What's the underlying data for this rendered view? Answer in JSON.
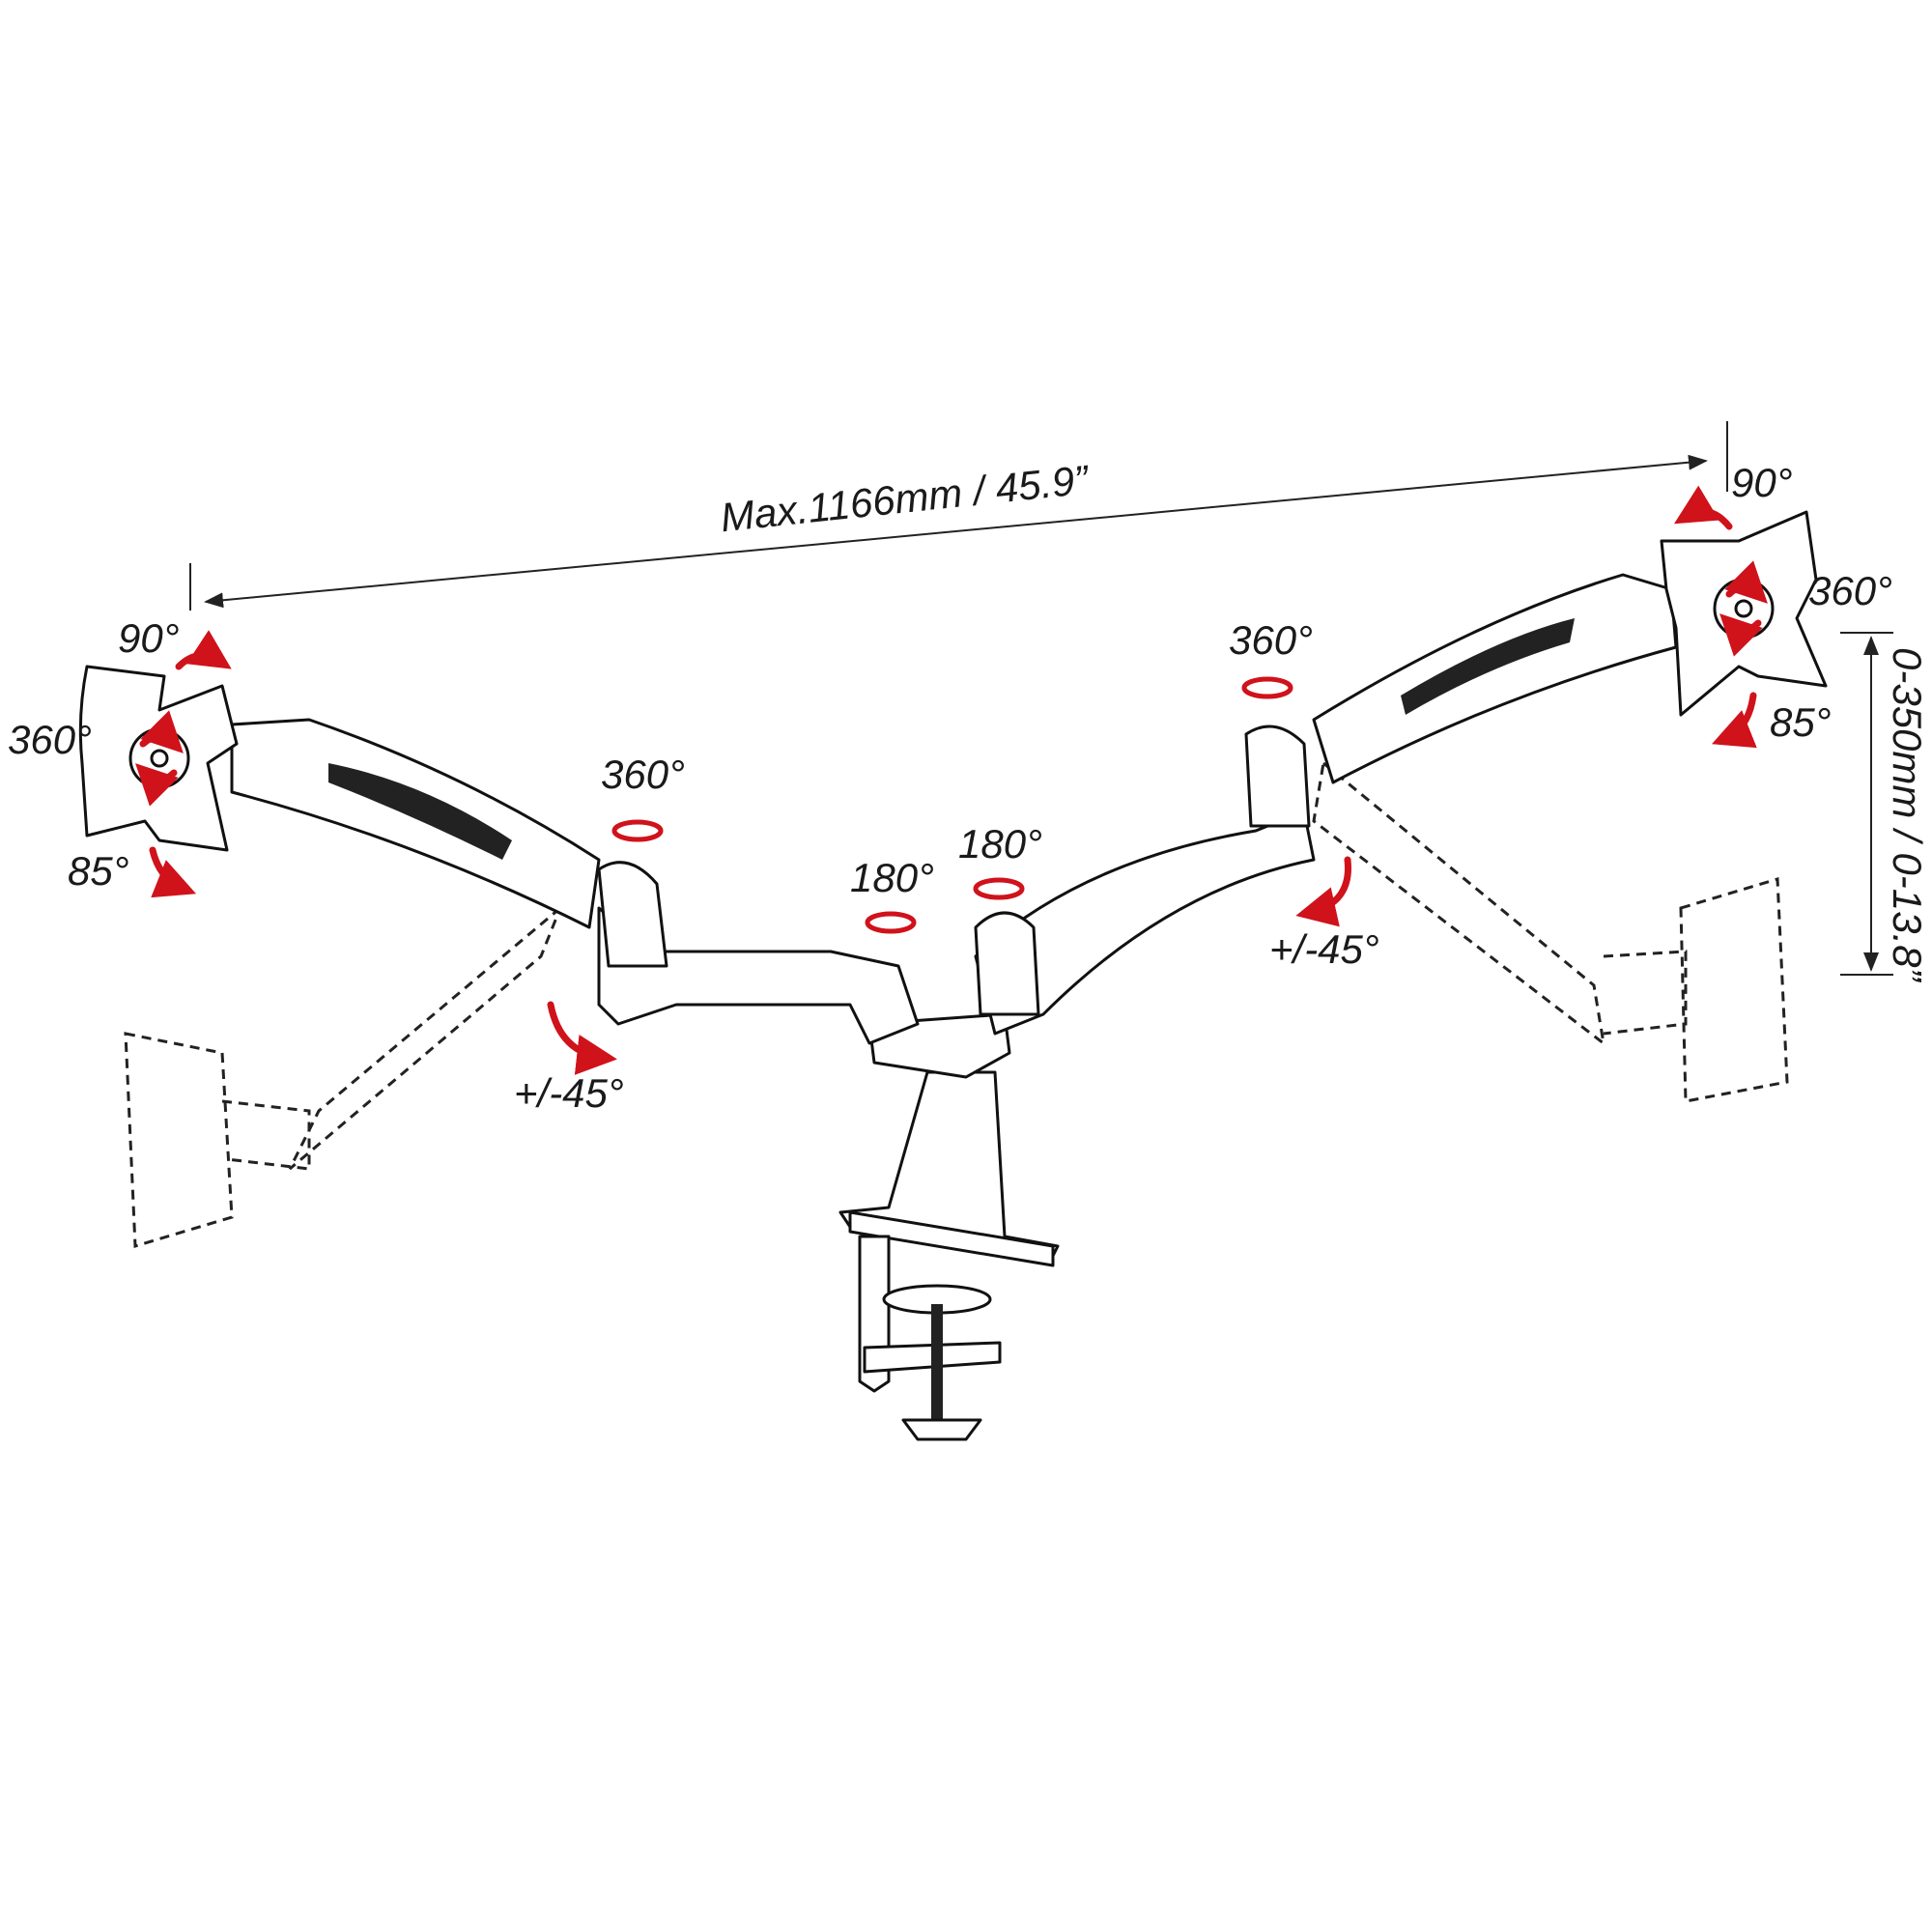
{
  "title": "Dual monitor arm range of motion",
  "colors": {
    "arrow": "#d0121b",
    "line": "#111111"
  },
  "labels": {
    "max_reach": "Max.1166mm / 45.9”",
    "height_range": "0-350mm / 0-13.8”",
    "left_tilt_up": "90°",
    "left_rotate": "360°",
    "left_tilt_down": "85°",
    "left_elbow_swivel": "360°",
    "left_arm_tilt": "+/-45°",
    "center_left_swivel": "180°",
    "center_right_swivel": "180°",
    "right_elbow_swivel": "360°",
    "right_arm_tilt": "+/-45°",
    "right_tilt_up": "90°",
    "right_rotate": "360°",
    "right_tilt_down": "85°"
  }
}
